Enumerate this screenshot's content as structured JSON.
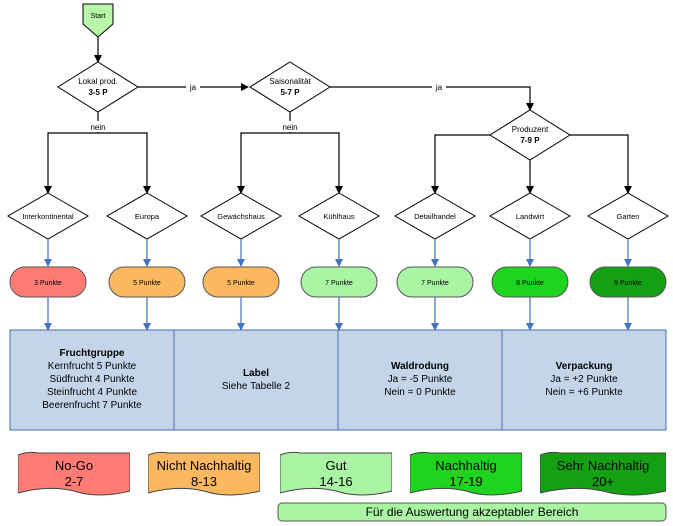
{
  "nodes": {
    "start": "Start",
    "lokal": {
      "line1": "Lokal prod.",
      "line2": "3-5 P"
    },
    "saison": {
      "line1": "Saisonalität",
      "line2": "5-7 P"
    },
    "produzent": {
      "line1": "Produzent",
      "line2": "7-9 P"
    },
    "interkontinental": "Interkontinental",
    "europa": "Europa",
    "gewaechshaus": "Gewächshaus",
    "kuehlhaus": "Kühlhaus",
    "detailhandel": "Detailhandel",
    "landwirt": "Landwirt",
    "garten": "Garten"
  },
  "edge_labels": {
    "ja1": "ja",
    "ja2": "ja",
    "nein1": "nein",
    "nein2": "nein"
  },
  "points": [
    {
      "label": "3 Punkte",
      "color": "#ff7b74"
    },
    {
      "label": "5 Punkte",
      "color": "#fbb85f"
    },
    {
      "label": "5 Punkte",
      "color": "#fbb85f"
    },
    {
      "label": "7 Punkte",
      "color": "#a9f5a4"
    },
    {
      "label": "7 Punkte",
      "color": "#a9f5a4"
    },
    {
      "label": "8 Punkte",
      "color": "#1ed41e"
    },
    {
      "label": "9 Punkte",
      "color": "#13a013"
    }
  ],
  "boxes": {
    "fruchtgruppe": {
      "title": "Fruchtgruppe",
      "lines": [
        "Kernfrucht 5 Punkte",
        "Südfrucht 4 Punkte",
        "Steinfrucht 4 Punkte",
        "Beerenfrucht 7 Punkte"
      ]
    },
    "label": {
      "title": "Label",
      "lines": [
        "Siehe Tabelle 2"
      ]
    },
    "waldrodung": {
      "title": "Waldrodung",
      "lines": [
        "Ja = -5 Punkte",
        "Nein = 0 Punkte"
      ]
    },
    "verpackung": {
      "title": "Verpackung",
      "lines": [
        "Ja = +2 Punkte",
        "Nein = +6 Punkte"
      ]
    }
  },
  "legend": [
    {
      "label": "No-Go",
      "range": "2-7",
      "color": "#ff7b74"
    },
    {
      "label": "Nicht Nachhaltig",
      "range": "8-13",
      "color": "#fbb85f"
    },
    {
      "label": "Gut",
      "range": "14-16",
      "color": "#a9f5a4"
    },
    {
      "label": "Nachhaltig",
      "range": "17-19",
      "color": "#1ed41e"
    },
    {
      "label": "Sehr Nachhaltig",
      "range": "20+",
      "color": "#13a013"
    }
  ],
  "acceptable": "Für die Auswertung akzeptabler Bereich",
  "colors": {
    "box_fill": "#c4d5ea",
    "box_border": "#4a6fa5",
    "blue_arrow": "#4472c4",
    "start_fill": "#b8f7a8",
    "acceptable_fill": "#a9f5a4"
  }
}
